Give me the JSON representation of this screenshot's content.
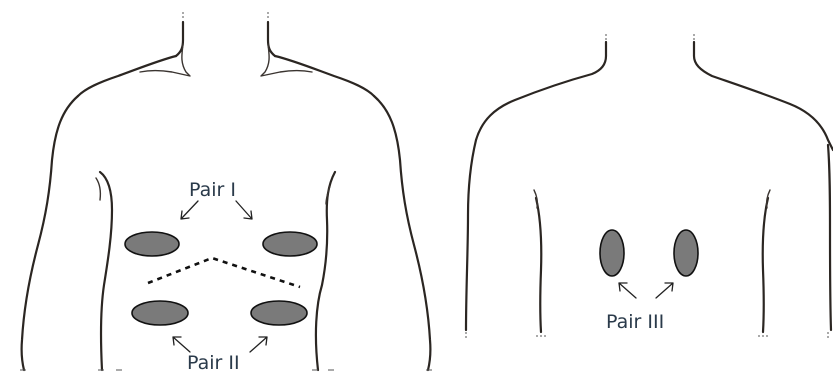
{
  "labels": {
    "pair_1": "Pair I",
    "pair_2": "Pair II",
    "pair_3": "Pair III"
  },
  "colors": {
    "pad_fill": "#7a7a7a",
    "outline": "#2b2622",
    "label_text": "#2a3a4a"
  }
}
